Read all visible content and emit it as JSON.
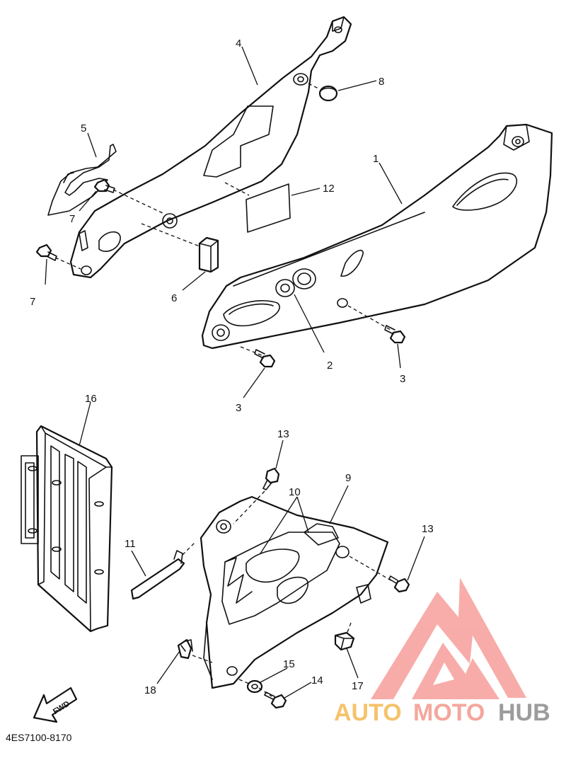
{
  "diagram": {
    "part_code": "4ES7100-8170",
    "fwd_label": "FWD",
    "callouts": {
      "c1": "1",
      "c2": "2",
      "c3a": "3",
      "c3b": "3",
      "c4": "4",
      "c5": "5",
      "c6": "6",
      "c7a": "7",
      "c7b": "7",
      "c8": "8",
      "c9": "9",
      "c10": "10",
      "c11": "11",
      "c12": "12",
      "c13a": "13",
      "c13b": "13",
      "c14": "14",
      "c15": "15",
      "c16": "16",
      "c17": "17",
      "c18": "18"
    }
  },
  "watermark": {
    "part1": "AUTO",
    "part2": "MOTO",
    "part3": "HUB",
    "colors": {
      "part1": "#f5c36b",
      "part2": "#f4a79d",
      "part3": "#9c9c9c",
      "logo": "#f7a4a1"
    }
  }
}
